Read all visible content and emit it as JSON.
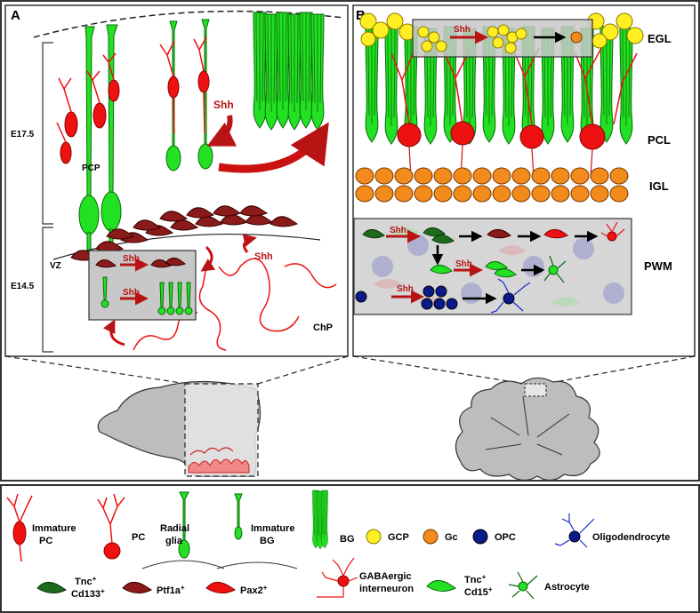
{
  "panel_a": {
    "letter": "A",
    "stage_late": "E17.5",
    "stage_early": "E14.5",
    "pcp": "PCP",
    "vz": "VZ",
    "chp": "ChP",
    "shh": "Shh"
  },
  "panel_b": {
    "letter": "B",
    "layers": {
      "egl": "EGL",
      "pcl": "PCL",
      "igl": "IGL",
      "pwm": "PWM"
    },
    "shh": "Shh"
  },
  "legend": {
    "immature_pc": [
      "Immature",
      "PC"
    ],
    "pc": "PC",
    "radial_glia": [
      "Radial",
      "glia"
    ],
    "immature_bg": [
      "Immature",
      "BG"
    ],
    "bg": "BG",
    "gcp": "GCP",
    "gc": "Gc",
    "opc": "OPC",
    "oligodendrocyte": "Oligodendrocyte",
    "tnc_cd133": {
      "line1": "Tnc",
      "sup1": "+",
      "line2": "Cd133",
      "sup2": "+"
    },
    "ptf1a": {
      "text": "Ptf1a",
      "sup": "+"
    },
    "pax2": {
      "text": "Pax2",
      "sup": "+"
    },
    "gaba": [
      "GABAergic",
      "interneuron"
    ],
    "tnc_cd15": {
      "line1": "Tnc",
      "sup1": "+",
      "line2": "Cd15",
      "sup2": "+"
    },
    "astrocyte": "Astrocyte"
  },
  "colors": {
    "green": "#22e022",
    "dark_green": "#1e6b1e",
    "red": "#ee1111",
    "dark_red": "#8b1a1a",
    "yellow": "#ffee22",
    "orange": "#f28a1c",
    "navy": "#0a1a8a",
    "blue_line": "#1a2ad0",
    "gray_fill": "#c8c8c8",
    "sagittal_fill": "#bdbdbd"
  }
}
